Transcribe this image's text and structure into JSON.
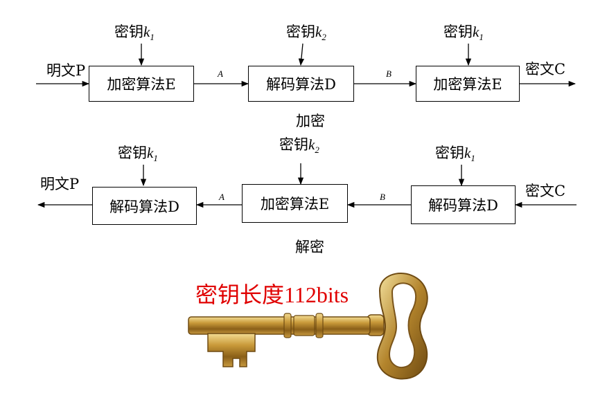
{
  "encrypt": {
    "input_label": "明文P",
    "output_label": "密文C",
    "boxes": [
      "加密算法E",
      "解码算法D",
      "加密算法E"
    ],
    "key_prefix": "密钥",
    "keys": [
      {
        "k": "k",
        "sub": "1"
      },
      {
        "k": "k",
        "sub": "2"
      },
      {
        "k": "k",
        "sub": "1"
      }
    ],
    "edge_labels": [
      "A",
      "B"
    ],
    "section_label": "加密"
  },
  "decrypt": {
    "input_label": "密文C",
    "output_label": "明文P",
    "boxes": [
      "解码算法D",
      "加密算法E",
      "解码算法D"
    ],
    "key_prefix": "密钥",
    "keys": [
      {
        "k": "k",
        "sub": "1"
      },
      {
        "k": "k",
        "sub": "2"
      },
      {
        "k": "k",
        "sub": "1"
      }
    ],
    "edge_labels": [
      "A",
      "B"
    ],
    "section_label": "解密"
  },
  "key_caption": "密钥长度112bits",
  "colors": {
    "caption": "#e00000",
    "key_gold": "#b8892b"
  }
}
